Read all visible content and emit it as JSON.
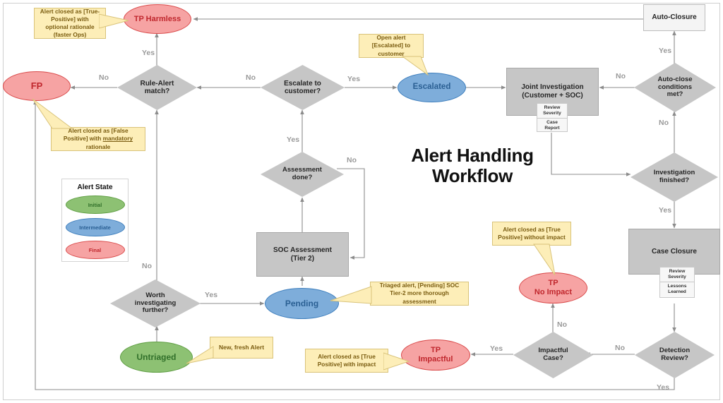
{
  "title": "Alert Handling\nWorkflow",
  "title_line1": "Alert Handling",
  "title_line2": "Workflow",
  "colors": {
    "final_fill": "#f6a3a3",
    "final_stroke": "#d94a4a",
    "final_text": "#c0272d",
    "intermediate_fill": "#7eadda",
    "intermediate_stroke": "#3d7ebd",
    "intermediate_text": "#2a5f93",
    "initial_fill": "#8dc173",
    "initial_stroke": "#5f9e43",
    "initial_text": "#31702a",
    "process_fill": "#c6c6c6",
    "decision_fill": "#c6c6c6",
    "terminator_fill": "#f4f4f4",
    "callout_fill": "#fdeeb8",
    "callout_stroke": "#d9c37a",
    "callout_text": "#7a5c10",
    "edge": "#8c8c8c",
    "edge_label": "#9a9a9a"
  },
  "legend": {
    "title": "Alert State",
    "items": [
      {
        "label": "Initial",
        "state": "initial"
      },
      {
        "label": "Intermediate",
        "state": "intermediate"
      },
      {
        "label": "Final",
        "state": "final"
      }
    ]
  },
  "nodes": {
    "tp_harmless": {
      "label": "TP Harmless",
      "shape": "ellipse",
      "state": "final"
    },
    "fp": {
      "label": "FP",
      "shape": "ellipse",
      "state": "final"
    },
    "tp_no_impact": {
      "label": "TP\nNo Impact",
      "line1": "TP",
      "line2": "No Impact",
      "shape": "ellipse",
      "state": "final"
    },
    "tp_impactful": {
      "label": "TP\nImpactful",
      "line1": "TP",
      "line2": "Impactful",
      "shape": "ellipse",
      "state": "final"
    },
    "escalated": {
      "label": "Escalated",
      "shape": "ellipse",
      "state": "intermediate"
    },
    "pending": {
      "label": "Pending",
      "shape": "ellipse",
      "state": "intermediate"
    },
    "untriaged": {
      "label": "Untriaged",
      "shape": "ellipse",
      "state": "initial"
    },
    "auto_closure": {
      "label": "Auto-Closure",
      "shape": "terminator"
    },
    "joint_investigation": {
      "line1": "Joint Investigation",
      "line2": "(Customer + SOC)",
      "shape": "process",
      "sublist": [
        {
          "line1": "Review",
          "line2": "Severity"
        },
        {
          "line1": "Case",
          "line2": "Report"
        }
      ]
    },
    "soc_assessment": {
      "line1": "SOC Assessment",
      "line2": "(Tier 2)",
      "shape": "process"
    },
    "case_closure": {
      "label": "Case Closure",
      "shape": "process",
      "sublist": [
        {
          "line1": "Review",
          "line2": "Severity"
        },
        {
          "line1": "Lessons",
          "line2": "Learned"
        }
      ]
    },
    "rule_alert_match": {
      "line1": "Rule-Alert",
      "line2": "match?",
      "shape": "decision"
    },
    "escalate_to_customer": {
      "line1": "Escalate to",
      "line2": "customer?",
      "shape": "decision"
    },
    "assessment_done": {
      "line1": "Assessment",
      "line2": "done?",
      "shape": "decision"
    },
    "worth_investigating": {
      "line1": "Worth",
      "line2": "investigating",
      "line3": "further?",
      "shape": "decision"
    },
    "auto_close_conditions": {
      "line1": "Auto-close",
      "line2": "conditions",
      "line3": "met?",
      "shape": "decision"
    },
    "investigation_finished": {
      "line1": "Investigation",
      "line2": "finished?",
      "shape": "decision"
    },
    "impactful_case": {
      "line1": "Impactful",
      "line2": "Case?",
      "shape": "decision"
    },
    "detection_review": {
      "line1": "Detection",
      "line2": "Review?",
      "shape": "decision"
    }
  },
  "edge_labels": {
    "rule_yes": "Yes",
    "rule_no": "No",
    "escalate_no": "No",
    "escalate_yes": "Yes",
    "assessment_yes": "Yes",
    "assessment_no": "No",
    "worth_no": "No",
    "worth_yes": "Yes",
    "autoclose_yes": "Yes",
    "autoclose_no_left": "No",
    "autoclose_no_down": "No",
    "investigation_yes": "Yes",
    "impactful_no": "No",
    "impactful_yes": "Yes",
    "detection_no": "No",
    "detection_yes": "Yes"
  },
  "callouts": {
    "tp_harmless": "Alert closed as [True-Positive] with optional rationale (faster Ops)",
    "fp_pre": "Alert closed as [False Positive] with ",
    "fp_em": "mandatory",
    "fp_post": " rationale",
    "escalated": "Open alert [Escalated] to customer",
    "tp_no_impact": "Alert closed as [True Positive] without impact",
    "pending": "Triaged alert, [Pending] SOC Tier-2 more thorough assessment",
    "untriaged": "New, fresh Alert",
    "tp_impactful": "Alert closed as [True Positive] with impact"
  }
}
